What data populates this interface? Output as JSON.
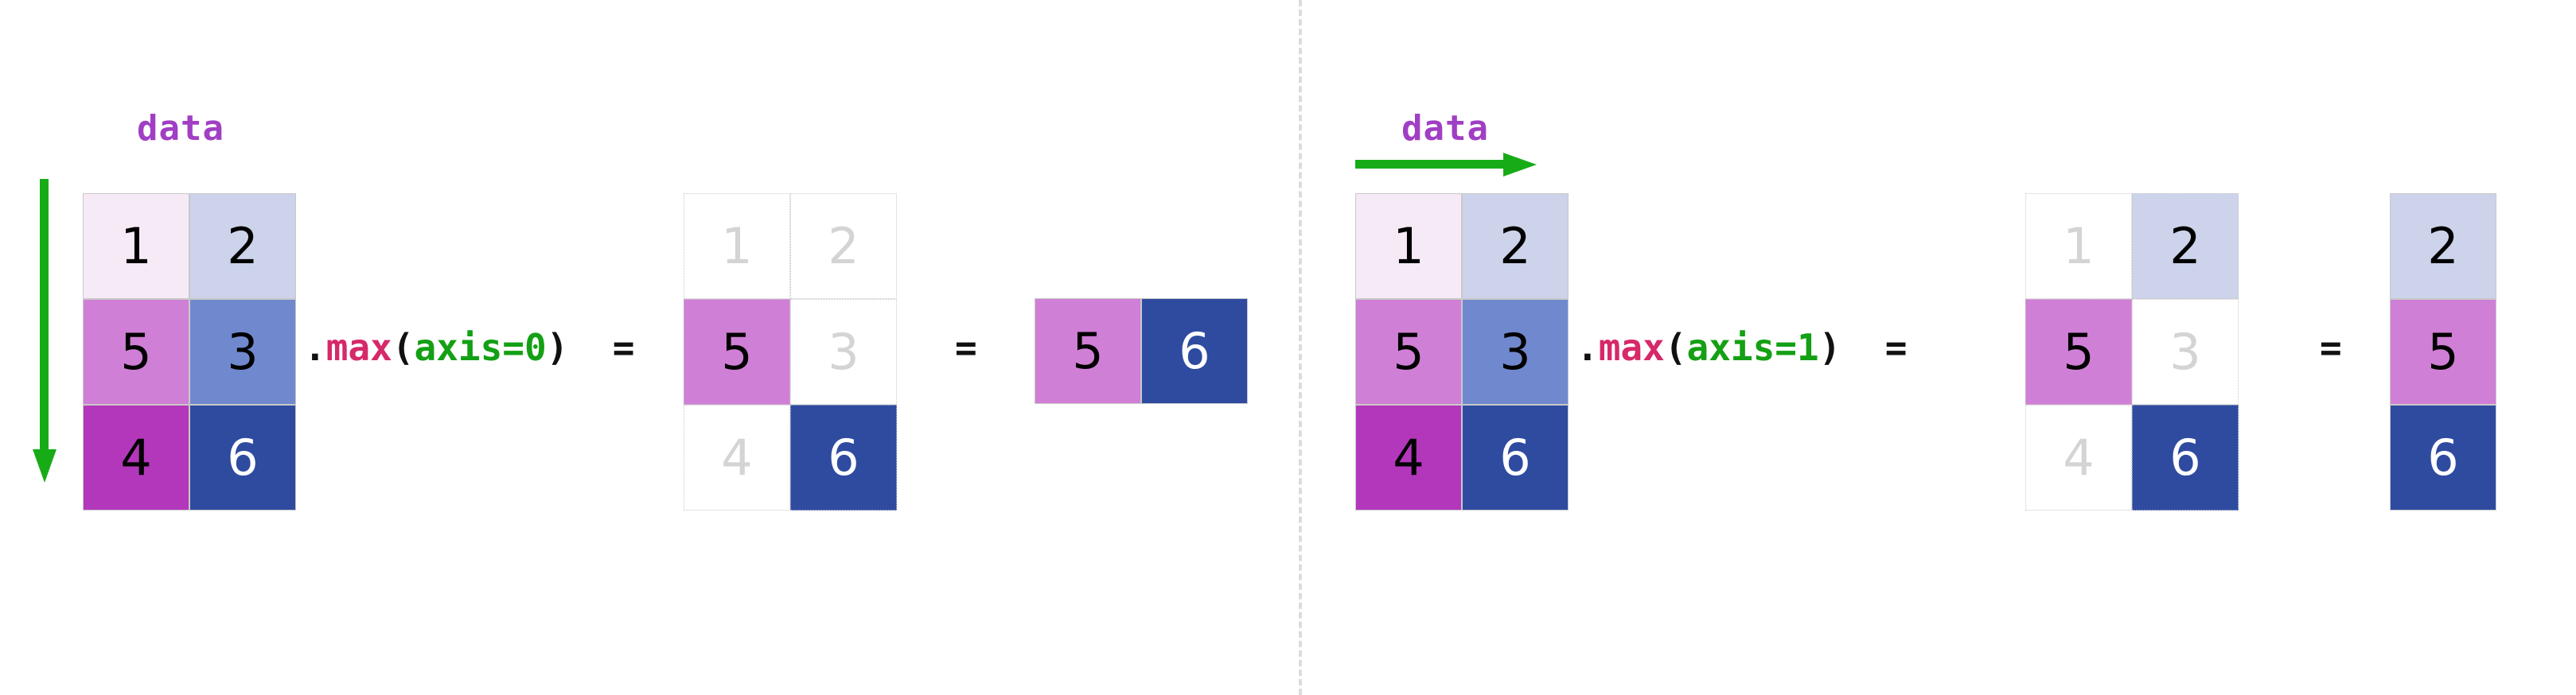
{
  "colors": {
    "accent_purple": "#a13fc4",
    "arrow_green": "#17ac17",
    "code_fn_pink": "#d6296a",
    "code_kw_green": "#14a014",
    "divider_gray": "#dcdcdc",
    "ghost_text_gray": "#d4d4d4",
    "cell_1": "#f6eaf7",
    "cell_2": "#ccd3ea",
    "cell_3": "#7089ce",
    "cell_4": "#b337bb",
    "cell_5": "#d07fd6",
    "cell_6": "#2f4ba0"
  },
  "panels": [
    {
      "id": "axis0",
      "data_label": "data",
      "arrow_direction": "down",
      "source_matrix": {
        "rows": [
          [
            {
              "value": "1",
              "bg": "#f6eaf7",
              "light_text": false
            },
            {
              "value": "2",
              "bg": "#ccd3ea",
              "light_text": false
            }
          ],
          [
            {
              "value": "5",
              "bg": "#d07fd6",
              "light_text": false
            },
            {
              "value": "3",
              "bg": "#7089ce",
              "light_text": false
            }
          ],
          [
            {
              "value": "4",
              "bg": "#b337bb",
              "light_text": false
            },
            {
              "value": "6",
              "bg": "#2f4ba0",
              "light_text": true
            }
          ]
        ]
      },
      "operation": {
        "dot": ".",
        "fn": "max",
        "open": "(",
        "kw": "axis=0",
        "close": ")",
        "equals": "="
      },
      "ghost_matrix": {
        "rows": [
          [
            {
              "value": "1",
              "bg": "#f6eaf7",
              "light_text": false,
              "keep": false
            },
            {
              "value": "2",
              "bg": "#ccd3ea",
              "light_text": false,
              "keep": false
            }
          ],
          [
            {
              "value": "5",
              "bg": "#d07fd6",
              "light_text": false,
              "keep": true
            },
            {
              "value": "3",
              "bg": "#7089ce",
              "light_text": false,
              "keep": false
            }
          ],
          [
            {
              "value": "4",
              "bg": "#b337bb",
              "light_text": false,
              "keep": false
            },
            {
              "value": "6",
              "bg": "#2f4ba0",
              "light_text": true,
              "keep": true
            }
          ]
        ]
      },
      "equals_sign": "=",
      "result": {
        "orientation": "row",
        "rows": [
          [
            {
              "value": "5",
              "bg": "#d07fd6",
              "light_text": false
            },
            {
              "value": "6",
              "bg": "#2f4ba0",
              "light_text": true
            }
          ]
        ]
      }
    },
    {
      "id": "axis1",
      "data_label": "data",
      "arrow_direction": "right",
      "source_matrix": {
        "rows": [
          [
            {
              "value": "1",
              "bg": "#f6eaf7",
              "light_text": false
            },
            {
              "value": "2",
              "bg": "#ccd3ea",
              "light_text": false
            }
          ],
          [
            {
              "value": "5",
              "bg": "#d07fd6",
              "light_text": false
            },
            {
              "value": "3",
              "bg": "#7089ce",
              "light_text": false
            }
          ],
          [
            {
              "value": "4",
              "bg": "#b337bb",
              "light_text": false
            },
            {
              "value": "6",
              "bg": "#2f4ba0",
              "light_text": true
            }
          ]
        ]
      },
      "operation": {
        "dot": ".",
        "fn": "max",
        "open": "(",
        "kw": "axis=1",
        "close": ")",
        "equals": "="
      },
      "ghost_matrix": {
        "rows": [
          [
            {
              "value": "1",
              "bg": "#f6eaf7",
              "light_text": false,
              "keep": false
            },
            {
              "value": "2",
              "bg": "#ccd3ea",
              "light_text": false,
              "keep": true
            }
          ],
          [
            {
              "value": "5",
              "bg": "#d07fd6",
              "light_text": false,
              "keep": true
            },
            {
              "value": "3",
              "bg": "#7089ce",
              "light_text": false,
              "keep": false
            }
          ],
          [
            {
              "value": "4",
              "bg": "#b337bb",
              "light_text": false,
              "keep": false
            },
            {
              "value": "6",
              "bg": "#2f4ba0",
              "light_text": true,
              "keep": true
            }
          ]
        ]
      },
      "equals_sign": "=",
      "result": {
        "orientation": "column",
        "rows": [
          [
            {
              "value": "2",
              "bg": "#ccd3ea",
              "light_text": false
            }
          ],
          [
            {
              "value": "5",
              "bg": "#d07fd6",
              "light_text": false
            }
          ],
          [
            {
              "value": "6",
              "bg": "#2f4ba0",
              "light_text": true
            }
          ]
        ]
      }
    }
  ]
}
